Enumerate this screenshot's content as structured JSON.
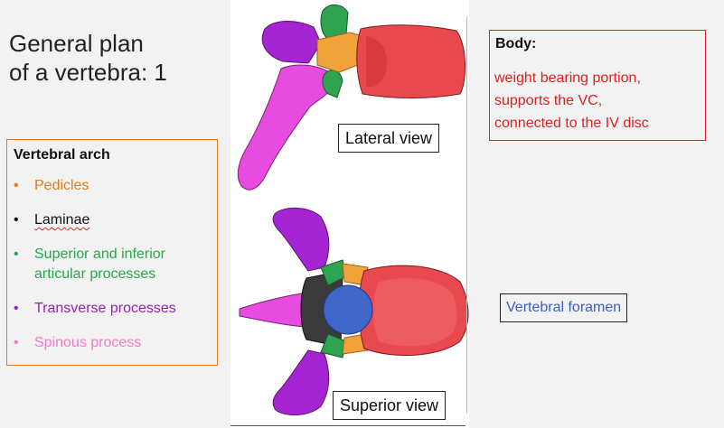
{
  "slide": {
    "title": "General plan\nof a vertebra: 1"
  },
  "vertebral_arch": {
    "heading": "Vertebral arch",
    "items": [
      {
        "label": "Pedicles",
        "color": "#e07b20"
      },
      {
        "label": "Laminae",
        "color": "#111111"
      },
      {
        "label": "Superior and inferior articular processes",
        "color": "#23a84a"
      },
      {
        "label": "Transverse processes",
        "color": "#9b1fb8"
      },
      {
        "label": "Spinous process",
        "color": "#f07ac8"
      }
    ],
    "bullet": "•"
  },
  "illustration": {
    "lateral_label": "Lateral view",
    "superior_label": "Superior view",
    "colors": {
      "body": "#e8494f",
      "pedicle": "#f2a23a",
      "articular": "#2fa34f",
      "transverse": "#a425d1",
      "spinous": "#e84be0",
      "lamina": "#3a3a3a",
      "foramen": "#3f67c9"
    }
  },
  "body_callout": {
    "heading": "Body:",
    "description": "weight bearing portion,\nsupports the VC,\nconnected to the IV disc",
    "color": "#e02020"
  },
  "foramen_callout": {
    "label": "Vertebral foramen",
    "color": "#3b5fc0"
  }
}
